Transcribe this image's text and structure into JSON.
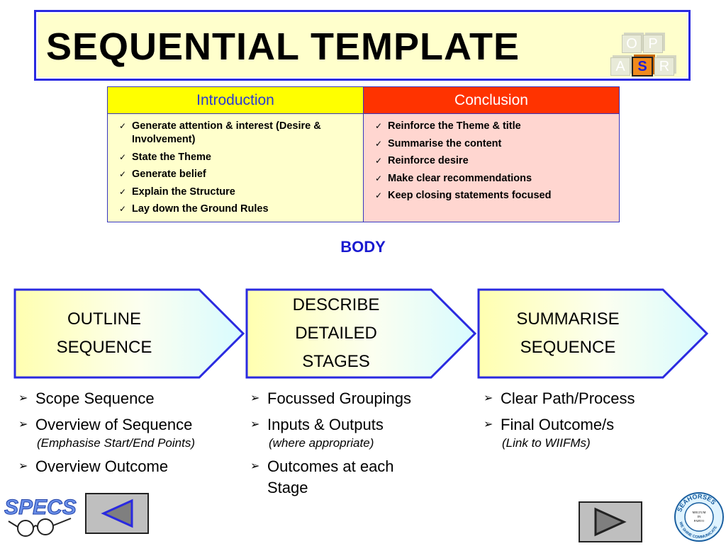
{
  "title": "SEQUENTIAL TEMPLATE",
  "logo": {
    "letters": {
      "o": "O",
      "p": "P",
      "a": "A",
      "s": "S",
      "r": "R"
    }
  },
  "table": {
    "intro": {
      "header": "Introduction",
      "items": [
        "Generate attention & interest (Desire & Involvement)",
        "State the Theme",
        "Generate belief",
        "Explain the Structure",
        "Lay down the Ground Rules"
      ]
    },
    "conclusion": {
      "header": "Conclusion",
      "items": [
        "Reinforce the Theme & title",
        "Summarise the content",
        "Reinforce desire",
        "Make clear recommendations",
        "Keep closing statements focused"
      ]
    }
  },
  "body_label": "BODY",
  "arrows": [
    {
      "lines": [
        "OUTLINE",
        "SEQUENCE"
      ]
    },
    {
      "lines": [
        "DESCRIBE",
        "DETAILED",
        "STAGES"
      ]
    },
    {
      "lines": [
        "SUMMARISE",
        "SEQUENCE"
      ]
    }
  ],
  "columns": [
    {
      "items": [
        {
          "text": "Scope Sequence",
          "sub": ""
        },
        {
          "text": "Overview of Sequence",
          "sub": "(Emphasise Start/End Points)"
        },
        {
          "text": "Overview Outcome",
          "sub": ""
        }
      ]
    },
    {
      "items": [
        {
          "text": "Focussed Groupings",
          "sub": ""
        },
        {
          "text": "Inputs & Outputs",
          "sub": "(where appropriate)"
        },
        {
          "text": "Outcomes at each Stage",
          "sub": ""
        }
      ]
    },
    {
      "items": [
        {
          "text": "Clear Path/Process",
          "sub": ""
        },
        {
          "text": "Final Outcome/s",
          "sub": "(Link to WIIFMs)"
        }
      ]
    }
  ],
  "footer": {
    "specs_logo": "SPECS",
    "seal_top": "SEAHORSES",
    "seal_center": [
      "MELTUM",
      "IN",
      "PARVO"
    ],
    "seal_bottom": "WE SHINE COMMUNICATE"
  },
  "colors": {
    "title_border": "#2a2ae0",
    "title_fill": "#ffffcc",
    "intro_header": "#ffff00",
    "conclusion_header": "#ff3300",
    "arrow_border": "#2a2ae0",
    "body_label": "#1a1ad0"
  },
  "icons": {
    "check": "check-icon",
    "bullet": "arrow-bullet-icon",
    "prev": "triangle-left-icon",
    "next": "triangle-right-icon"
  }
}
